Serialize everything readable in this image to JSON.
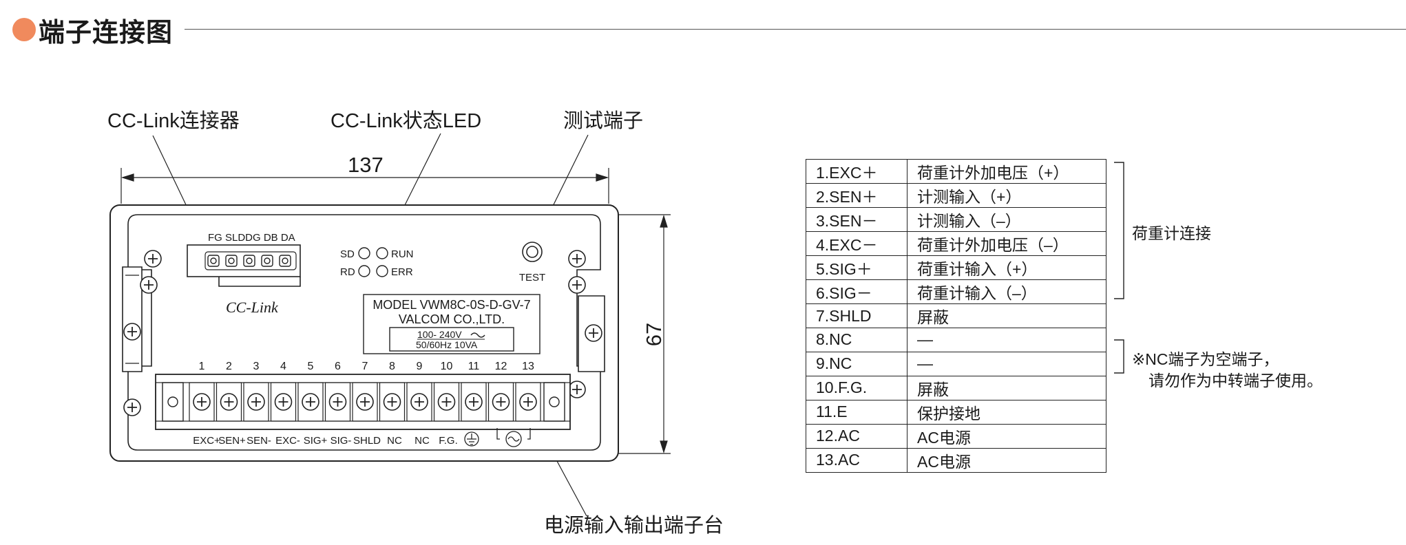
{
  "header": {
    "title": "端子连接图",
    "accent_color": "#f08a5d"
  },
  "callouts": {
    "connector": "CC-Link连接器",
    "led": "CC-Link状态LED",
    "test_terminal": "测试端子",
    "power_block": "电源输入输出端子台"
  },
  "dimensions": {
    "width": "137",
    "height": "67"
  },
  "panel": {
    "connector_pins": "FG SLDDG DB DA",
    "led_labels": {
      "sd": "SD",
      "run": "RUN",
      "rd": "RD",
      "err": "ERR"
    },
    "test_label": "TEST",
    "logo": "CC-Link",
    "nameplate": {
      "model": "MODEL VWM8C-0S-D-GV-7",
      "maker": "VALCOM   CO.,LTD.",
      "voltage": "100- 240V",
      "freq": "50/60Hz   10VA"
    },
    "terminal_numbers": [
      "1",
      "2",
      "3",
      "4",
      "5",
      "6",
      "7",
      "8",
      "9",
      "10",
      "11",
      "12",
      "13"
    ],
    "terminal_signals": [
      "EXC+",
      "SEN+",
      "SEN-",
      "EXC-",
      "SIG+",
      "SIG-",
      "SHLD",
      "NC",
      "NC",
      "F.G."
    ]
  },
  "terminal_table": [
    {
      "terminal": "1.EXC＋",
      "function": "荷重计外加电压（+）"
    },
    {
      "terminal": "2.SEN＋",
      "function": "计测输入（+）"
    },
    {
      "terminal": "3.SEN－",
      "function": "计测输入（–）"
    },
    {
      "terminal": "4.EXC－",
      "function": "荷重计外加电压（–）"
    },
    {
      "terminal": "5.SIG＋",
      "function": "荷重计输入（+）"
    },
    {
      "terminal": "6.SIG－",
      "function": "荷重计输入（–）"
    },
    {
      "terminal": "7.SHLD",
      "function": "屏蔽"
    },
    {
      "terminal": "8.NC",
      "function": "—"
    },
    {
      "terminal": "9.NC",
      "function": "—"
    },
    {
      "terminal": "10.F.G.",
      "function": "屏蔽"
    },
    {
      "terminal": "11.E",
      "function": "保护接地"
    },
    {
      "terminal": "12.AC",
      "function": "AC电源"
    },
    {
      "terminal": "13.AC",
      "function": "AC电源"
    }
  ],
  "notes": {
    "load_cell_group": "荷重计连接",
    "nc_line1": "※NC端子为空端子，",
    "nc_line2": "请勿作为中转端子使用。"
  }
}
